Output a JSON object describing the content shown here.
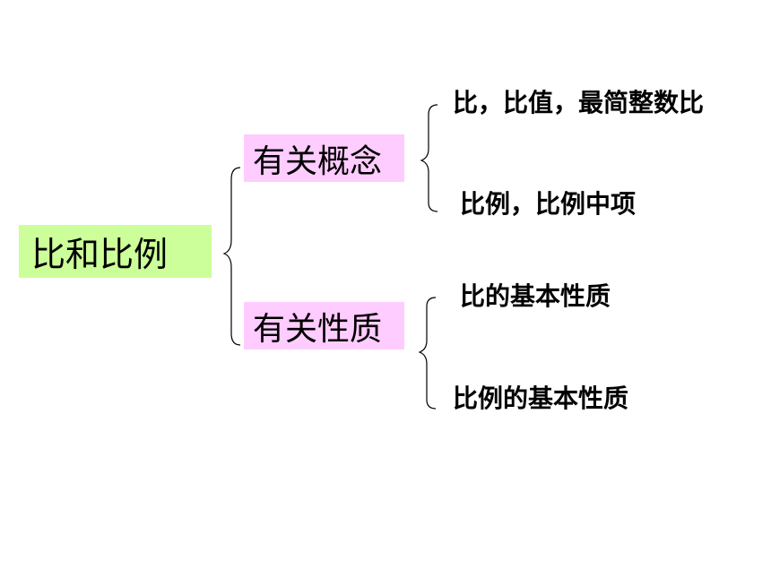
{
  "root": {
    "label": "比和比例"
  },
  "branches": [
    {
      "label": "有关概念",
      "leaves": [
        "比，比值，最简整数比",
        "比例，比例中项"
      ]
    },
    {
      "label": "有关性质",
      "leaves": [
        "比的基本性质",
        "比例的基本性质"
      ]
    }
  ],
  "colors": {
    "root_fill": "#ccff99",
    "branch_fill": "#ffccff",
    "brace_stroke": "#000000"
  }
}
